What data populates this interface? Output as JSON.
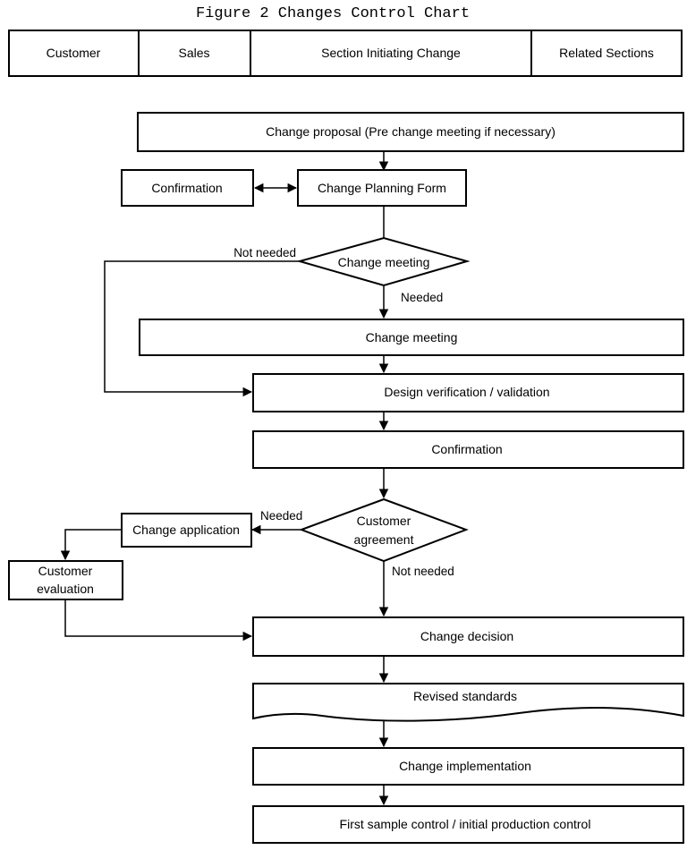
{
  "figure_title": "Figure 2  Changes Control Chart",
  "lanes": [
    "Customer",
    "Sales",
    "Section Initiating Change",
    "Related Sections"
  ],
  "nodes": {
    "change_proposal": "Change proposal (Pre change meeting if necessary)",
    "confirmation_sales": "Confirmation",
    "change_planning_form": "Change Planning Form",
    "change_meeting_decision": "Change meeting",
    "change_meeting": "Change meeting",
    "design_verification": "Design verification / validation",
    "confirmation": "Confirmation",
    "customer_agreement_line1": "Customer",
    "customer_agreement_line2": "agreement",
    "change_application": "Change application",
    "customer_evaluation_line1": "Customer",
    "customer_evaluation_line2": "evaluation",
    "change_decision": "Change decision",
    "revised_standards": "Revised standards",
    "change_implementation": "Change implementation",
    "first_sample_control": "First sample control / initial production control"
  },
  "edge_labels": {
    "not_needed_1": "Not needed",
    "needed_1": "Needed",
    "needed_2": "Needed",
    "not_needed_2": "Not needed"
  }
}
